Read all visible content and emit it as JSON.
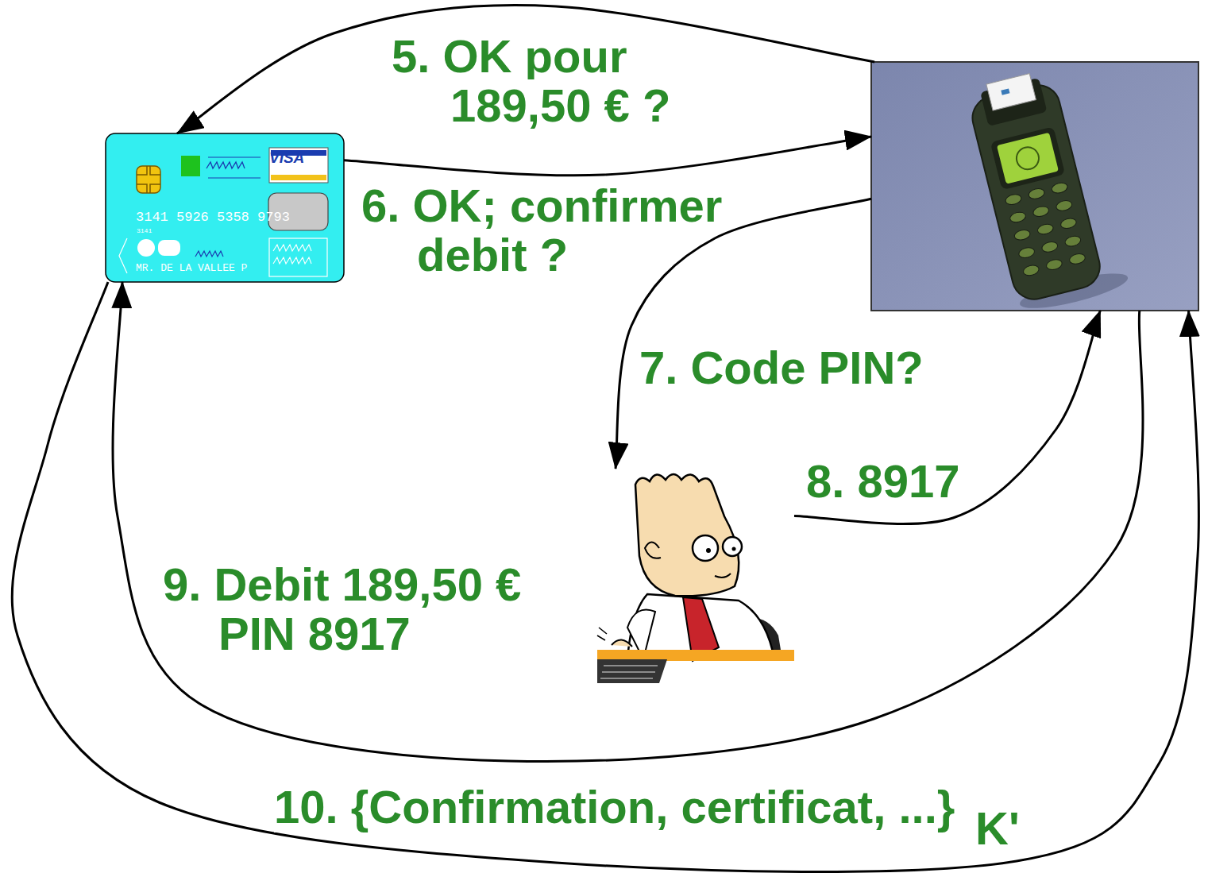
{
  "diagram": {
    "nodes": [
      {
        "text": [
          "VISA",
          "3141 5926 5358 9793",
          "3141",
          "MR. DE LA VALLEE P"
        ]
      },
      {
        "text": []
      },
      {
        "text": []
      }
    ],
    "edges": [
      {
        "from": 1,
        "to": 0,
        "arrow": "to",
        "label": "5. OK pour 189,50 € ?"
      },
      {
        "from": 0,
        "to": 1,
        "arrow": "to",
        "label": "6. OK; confirmer debit ?"
      },
      {
        "from": 1,
        "to": 2,
        "arrow": "to",
        "label": "7. Code PIN?"
      },
      {
        "from": 2,
        "to": 1,
        "arrow": "to",
        "label": "8. 8917"
      },
      {
        "from": 1,
        "to": 0,
        "arrow": "to",
        "label": "9. Debit 189,50 € PIN 8917"
      },
      {
        "from": 0,
        "to": 1,
        "arrow": "to",
        "label": "10. {Confirmation, certificat, ...}"
      }
    ],
    "labels": [
      "K'"
    ]
  }
}
